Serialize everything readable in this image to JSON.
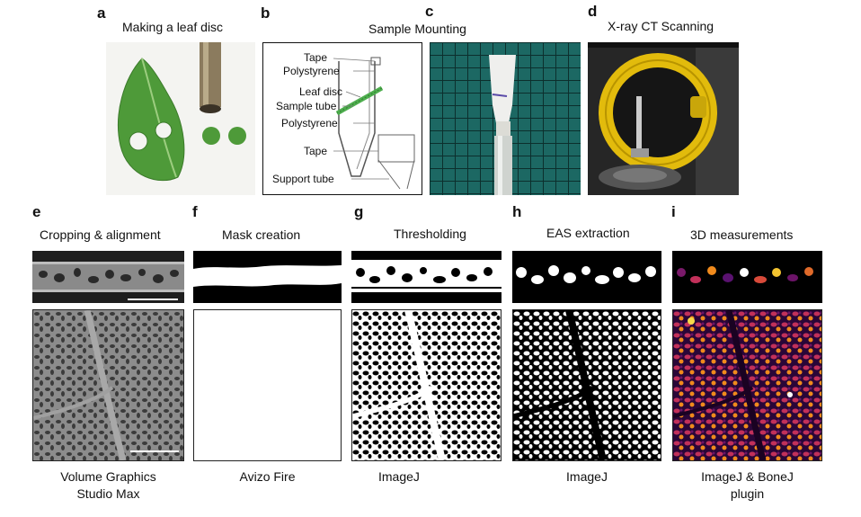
{
  "top_row": {
    "a": {
      "letter": "a",
      "title": "Making a leaf disc"
    },
    "b": {
      "letter": "b",
      "labels": [
        "Tape",
        "Polystyrene",
        "Leaf disc",
        "Sample tube",
        "Polystyrene",
        "Tape",
        "Support tube"
      ]
    },
    "c": {
      "letter": "c",
      "title": "Sample Mounting"
    },
    "d": {
      "letter": "d",
      "title": "X-ray CT Scanning"
    }
  },
  "bottom_row": {
    "e": {
      "letter": "e",
      "title": "Cropping & alignment",
      "caption_line1": "Volume Graphics",
      "caption_line2": "Studio Max"
    },
    "f": {
      "letter": "f",
      "title": "Mask creation",
      "caption_line1": "Avizo Fire",
      "caption_line2": ""
    },
    "g": {
      "letter": "g",
      "title": "Thresholding",
      "caption_line1": "ImageJ",
      "caption_line2": ""
    },
    "h": {
      "letter": "h",
      "title": "EAS extraction",
      "caption_line1": "ImageJ",
      "caption_line2": ""
    },
    "i": {
      "letter": "i",
      "title": "3D measurements",
      "caption_line1": "ImageJ & BoneJ",
      "caption_line2": "plugin"
    }
  },
  "colors": {
    "leaf": "#4f9a3a",
    "ct_yellow": "#e9c20d",
    "grid_teal": "#1f6f6a",
    "heat_purple": "#3a0a52",
    "heat_orange": "#f08a1c"
  }
}
